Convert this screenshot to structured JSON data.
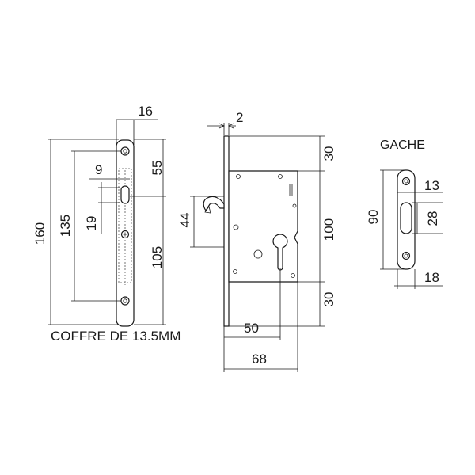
{
  "faceplate": {
    "dims": {
      "width": "16",
      "pitch": "9",
      "height": "160",
      "screw_spacing": "135",
      "hook_height": "19",
      "top_to_hook": "55",
      "hook_to_bottom": "105"
    },
    "caption": "COFFRE DE 13.5MM"
  },
  "case": {
    "dims": {
      "plate_thickness": "2",
      "top": "30",
      "hook_depth": "44",
      "case_height": "100",
      "bottom": "30",
      "backset": "50",
      "depth": "68"
    }
  },
  "strike": {
    "title": "GACHE",
    "dims": {
      "width": "13",
      "height": "90",
      "slot": "28",
      "depth": "18"
    }
  },
  "colors": {
    "line": "#1a1a1a",
    "background": "#ffffff"
  }
}
